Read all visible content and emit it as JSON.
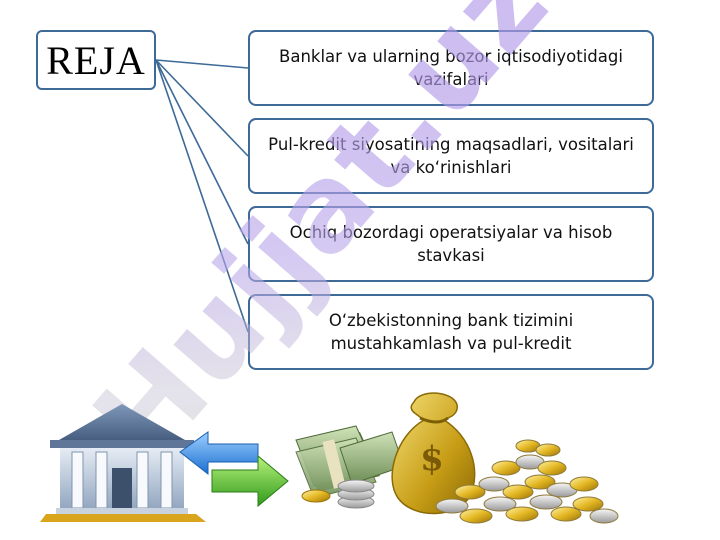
{
  "heading": {
    "label": "REJA"
  },
  "topics": [
    {
      "text": "Banklar va ularning bozor iqtisodiyotidagi vazifalari"
    },
    {
      "text": "Pul-kredit siyosatining maqsadlari, vositalari va ko‘rinishlari"
    },
    {
      "text": "Ochiq bozordagi operatsiyalar va hisob stavkasi"
    },
    {
      "text": "O‘zbekistonning bank tizimini mustahkamlash va pul-kredit"
    }
  ],
  "watermark": {
    "text": "Hujjat.uz"
  },
  "colors": {
    "border": "#3d6a96",
    "connector": "#3d6a96",
    "watermark_violet": "#b9a6ea",
    "watermark_gray": "#b8b8b8"
  },
  "clipart": [
    "bank-building-icon",
    "blue-arrow-icon",
    "green-arrow-icon",
    "banknote-stack-icon",
    "money-bag-icon",
    "coin-pile-icon"
  ]
}
